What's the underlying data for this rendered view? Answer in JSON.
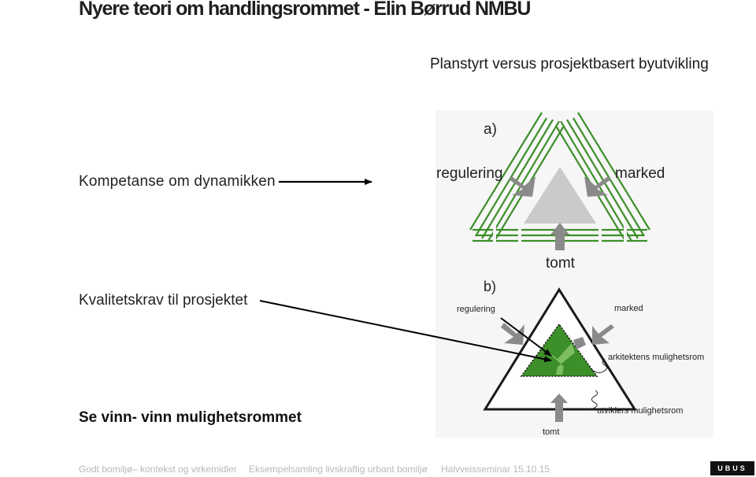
{
  "title": "Nyere teori om handlingsrommet -  Elin Børrud NMBU",
  "subtitle": "Planstyrt versus prosjektbasert byutvikling",
  "labels": {
    "dynamics": "Kompetanse om dynamikken",
    "quality": "Kvalitetskrav til prosjektet",
    "winwin": "Se vinn- vinn mulighetsrommet"
  },
  "diagram": {
    "a": {
      "tag": "a)",
      "left": "regulering",
      "right": "marked",
      "bottom": "tomt"
    },
    "b": {
      "tag": "b)",
      "left": "regulering",
      "right": "marked",
      "bottom": "tomt",
      "architect": "arkitektens mulighetsrom",
      "developer": "utviklers mulighetsrom"
    }
  },
  "footer": {
    "item1": "Godt bomiljø– kontekst og virkemidler",
    "item2": "Eksempelsamling livskraftig urbant bomiljø",
    "item3": "Halvveisseminar 15.10.15",
    "logo": "UBUS"
  },
  "colors": {
    "green": "#3d8f2a",
    "lightgreen": "#7bbf5a",
    "grey": "#c9cac9",
    "arrowgrey": "#8a8a8a"
  }
}
